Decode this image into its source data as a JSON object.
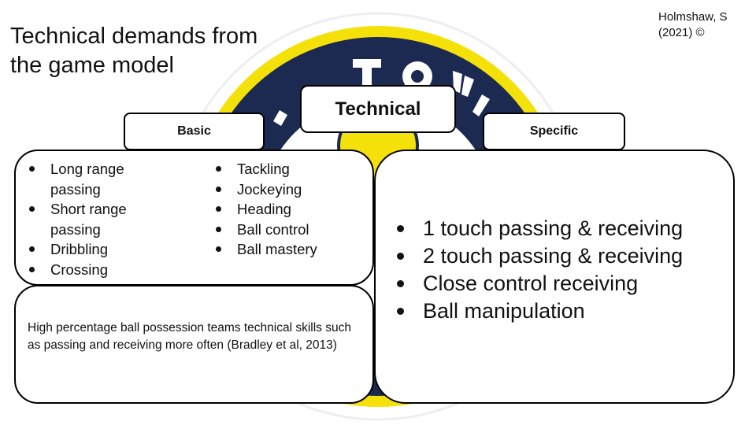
{
  "title": "Technical demands from the game model",
  "credit": "Holmshaw, S (2021) ©",
  "logo": {
    "text": "EY TOWN",
    "colors": {
      "navy": "#1c2a52",
      "yellow": "#f5e10a"
    }
  },
  "headers": {
    "center": "Technical",
    "left": "Basic",
    "right": "Specific"
  },
  "basic": {
    "col1": [
      "Long range passing",
      "Short range passing",
      "Dribbling",
      "Crossing"
    ],
    "col2": [
      "Tackling",
      "Jockeying",
      "Heading",
      "Ball control",
      "Ball mastery"
    ]
  },
  "note": "High percentage ball possession teams technical skills such as passing and receiving more often (Bradley et al, 2013)",
  "specific": [
    "1 touch passing & receiving",
    "2 touch passing & receiving",
    "Close control receiving",
    "Ball manipulation"
  ]
}
